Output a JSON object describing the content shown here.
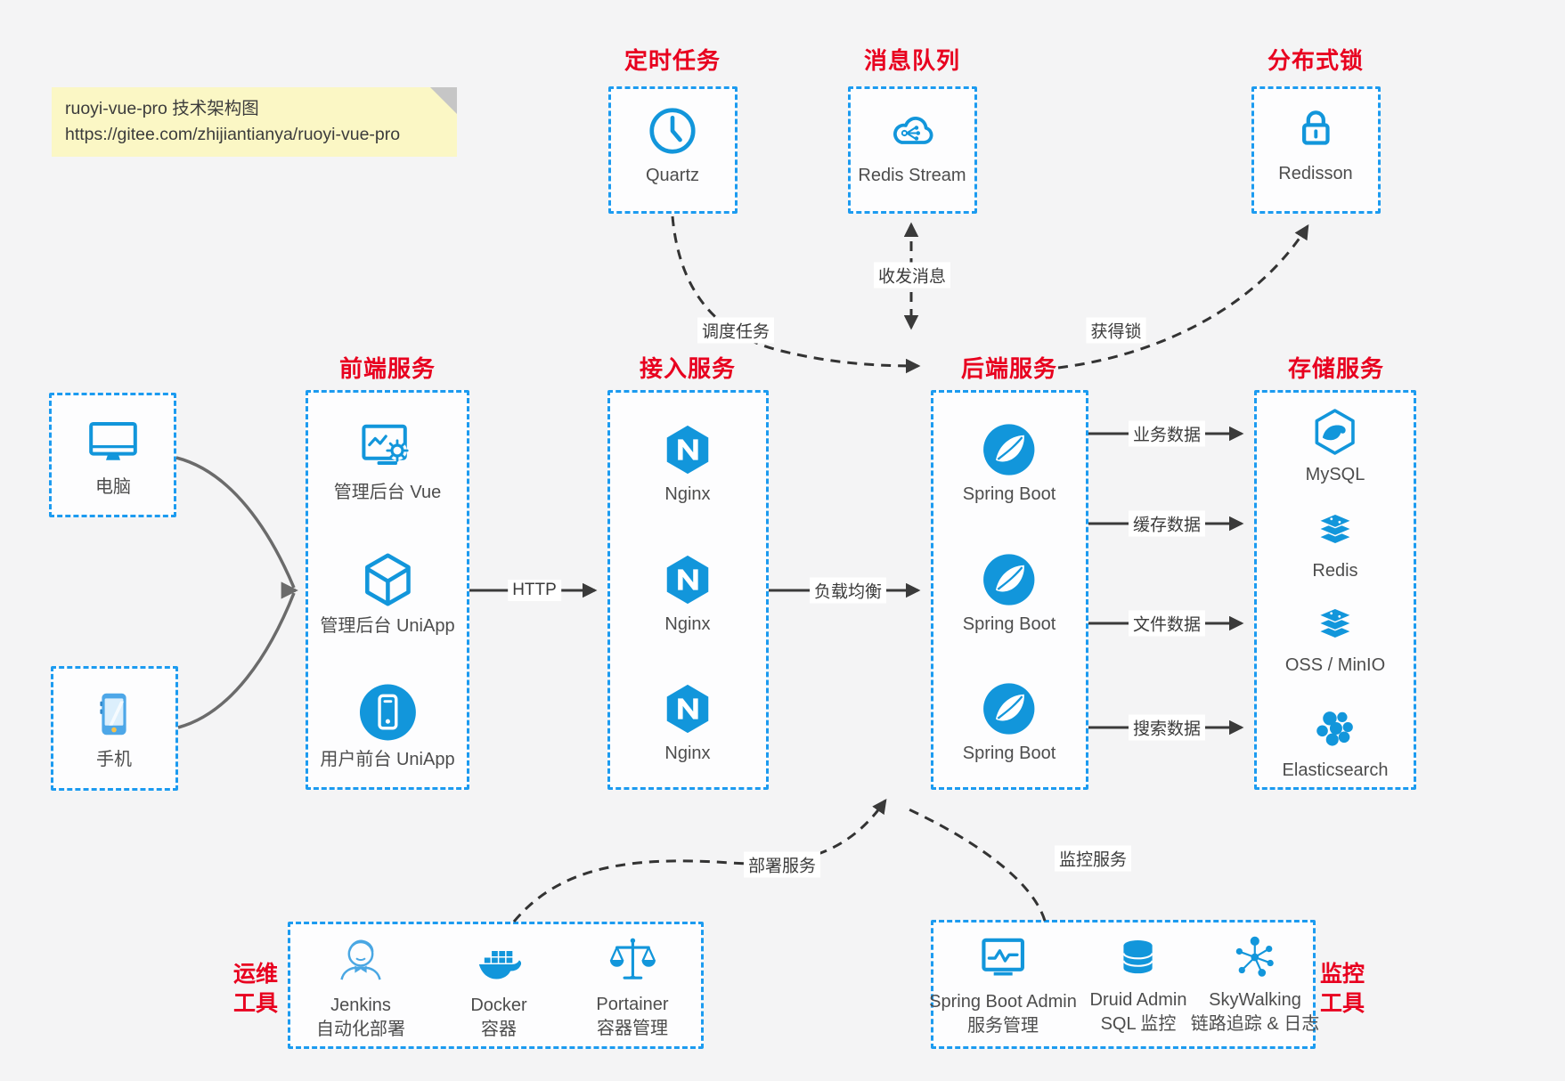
{
  "note": {
    "line1": "ruoyi-vue-pro 技术架构图",
    "line2": "https://gitee.com/zhijiantianya/ruoyi-vue-pro"
  },
  "colors": {
    "icon_blue": "#1296db",
    "border_blue": "#1c9bf0",
    "title_red": "#e8001f",
    "note_bg": "#fbf7c5",
    "canvas_bg": "#f4f4f5"
  },
  "top_services": [
    {
      "title": "定时任务",
      "label": "Quartz",
      "icon": "clock-icon"
    },
    {
      "title": "消息队列",
      "label": "Redis Stream",
      "icon": "cloud-stream-icon"
    },
    {
      "title": "分布式锁",
      "label": "Redisson",
      "icon": "lock-icon"
    }
  ],
  "clients": [
    {
      "label": "电脑",
      "icon": "desktop-icon"
    },
    {
      "label": "手机",
      "icon": "smartphone-icon"
    }
  ],
  "columns": [
    {
      "title": "前端服务",
      "items": [
        "管理后台 Vue",
        "管理后台 UniApp",
        "用户前台 UniApp"
      ]
    },
    {
      "title": "接入服务",
      "items": [
        "Nginx",
        "Nginx",
        "Nginx"
      ]
    },
    {
      "title": "后端服务",
      "items": [
        "Spring Boot",
        "Spring Boot",
        "Spring Boot"
      ]
    },
    {
      "title": "存储服务",
      "items": [
        "MySQL",
        "Redis",
        "OSS / MinIO",
        "Elasticsearch"
      ]
    }
  ],
  "ops": {
    "side_line1": "运维",
    "side_line2": "工具",
    "items": [
      {
        "name": "Jenkins",
        "desc": "自动化部署"
      },
      {
        "name": "Docker",
        "desc": "容器"
      },
      {
        "name": "Portainer",
        "desc": "容器管理"
      }
    ]
  },
  "monitoring": {
    "side_line1": "监控",
    "side_line2": "工具",
    "items": [
      {
        "name": "Spring Boot Admin",
        "desc": "服务管理"
      },
      {
        "name": "Druid Admin",
        "desc": "SQL 监控"
      },
      {
        "name": "SkyWalking",
        "desc": "链路追踪 & 日志"
      }
    ]
  },
  "edges": {
    "http": "HTTP",
    "load_balance": "负载均衡",
    "business_data": "业务数据",
    "cache_data": "缓存数据",
    "file_data": "文件数据",
    "search_data": "搜索数据",
    "schedule_task": "调度任务",
    "send_receive_message": "收发消息",
    "acquire_lock": "获得锁",
    "deploy_service": "部署服务",
    "monitor_service": "监控服务"
  }
}
